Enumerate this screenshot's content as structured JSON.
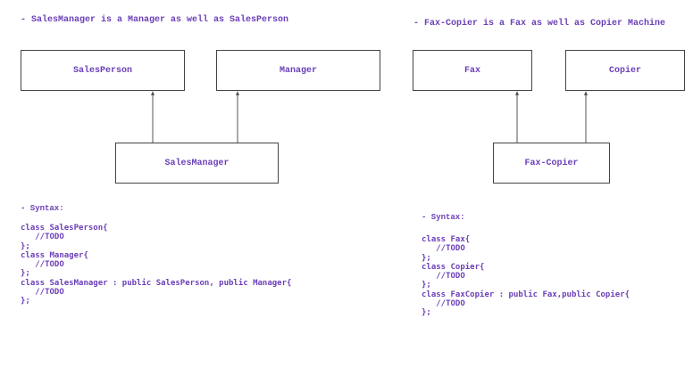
{
  "left": {
    "heading": "- SalesManager is a Manager as well as SalesPerson",
    "boxes": {
      "sales_person": "SalesPerson",
      "manager": "Manager",
      "sales_manager": "SalesManager"
    },
    "syntax_label": "- Syntax:",
    "code": [
      "class SalesPerson{",
      "   //TODO",
      "};",
      "class Manager{",
      "   //TODO",
      "};",
      "class SalesManager : public SalesPerson, public Manager{",
      "   //TODO",
      "};"
    ]
  },
  "right": {
    "heading": "- Fax-Copier is a Fax as well as Copier Machine",
    "boxes": {
      "fax": "Fax",
      "copier": "Copier",
      "fax_copier": "Fax-Copier"
    },
    "syntax_label": "- Syntax:",
    "code": [
      "class Fax{",
      "   //TODO",
      "};",
      "class Copier{",
      "   //TODO",
      "};",
      "class FaxCopier : public Fax,public Copier{",
      "   //TODO",
      "};"
    ]
  },
  "colors": {
    "text": "#6b3fb8",
    "border": "#444444",
    "line": "#555555"
  }
}
